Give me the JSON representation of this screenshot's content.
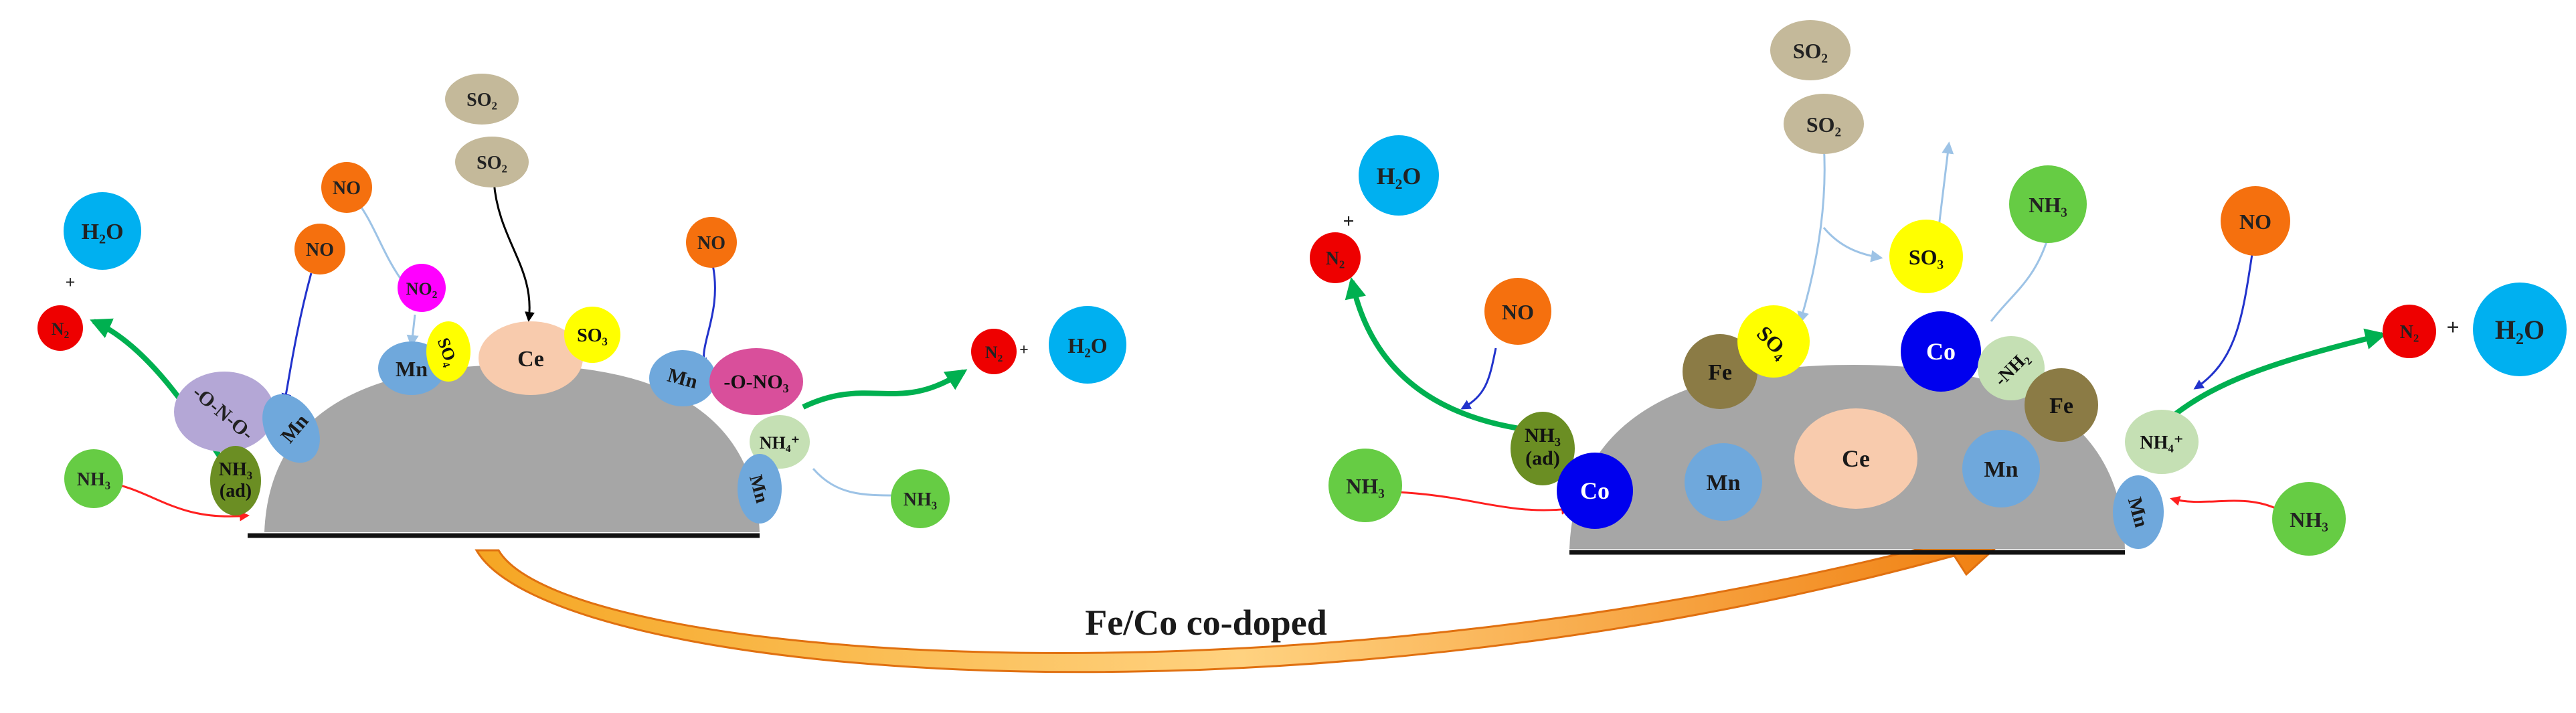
{
  "labels": {
    "so2": "SO₂",
    "so3": "SO₃",
    "so4": "SO₄",
    "no": "NO",
    "no2": "NO₂",
    "h2o": "H₂O",
    "n2": "N₂",
    "nh3": "NH₃",
    "nh4": "NH₄⁺",
    "nh2": "-NH₂",
    "nh3_ad_line1": "NH₃",
    "nh3_ad_line2": "(ad)",
    "mn": "Mn",
    "ce": "Ce",
    "fe": "Fe",
    "co": "Co",
    "bidentate_nitrite": "-O-N-O-",
    "nitrate": "-O-NO₃",
    "plus": "+",
    "caption": "Fe/Co co-doped"
  },
  "colors": {
    "support": "#a6a6a6",
    "mn": "#6fa8dc",
    "ce": "#f8cbad",
    "fe": "#8b7b45",
    "co": "#0000ee",
    "so2": "#c4b99a",
    "so3": "#ffff00",
    "no": "#f5700e",
    "no2": "#ff00ff",
    "h2o": "#00b0f0",
    "n2": "#ee0000",
    "nh3": "#66cc44",
    "nh4": "#c5e0b4",
    "nh3_ad": "#6b8e23",
    "nitrite": "#b4a7d6",
    "nitrate": "#d94f9b",
    "arrow_green": "#00b050",
    "arrow_blue": "#2233cc",
    "arrow_red": "#ff2020",
    "arrow_light": "#9dc3e6",
    "arrow_black": "#000000",
    "transition_arrow": "#f07f10"
  }
}
